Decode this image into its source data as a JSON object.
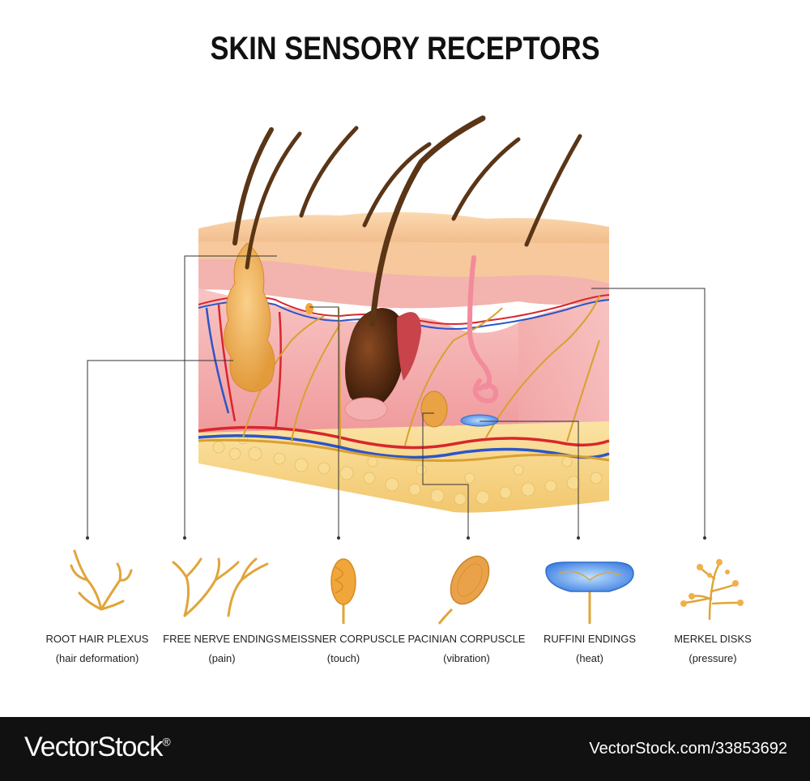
{
  "title": "SKIN SENSORY RECEPTORS",
  "receptors": [
    {
      "name": "ROOT HAIR PLEXUS",
      "desc": "(hair deformation)",
      "icon": "root-hair-plexus-icon"
    },
    {
      "name": "FREE NERVE ENDINGS",
      "desc": "(pain)",
      "icon": "free-nerve-endings-icon"
    },
    {
      "name": "MEISSNER CORPUSCLE",
      "desc": "(touch)",
      "icon": "meissner-corpuscle-icon"
    },
    {
      "name": "PACINIAN CORPUSCLE",
      "desc": "(vibration)",
      "icon": "pacinian-corpuscle-icon"
    },
    {
      "name": "RUFFINI ENDINGS",
      "desc": "(heat)",
      "icon": "ruffini-endings-icon"
    },
    {
      "name": "MERKEL DISKS",
      "desc": "(pressure)",
      "icon": "merkel-disks-icon"
    }
  ],
  "footer": {
    "brand": "VectorStock",
    "brand_mark": "®",
    "url": "VectorStock.com/33853692"
  },
  "colors": {
    "epidermis": "#f6c79a",
    "dermis": "#f4a7a9",
    "fat": "#f7d58a",
    "nerve": "#d9a030",
    "artery": "#d8262d",
    "vein": "#2b55c8",
    "hair": "#5a3516",
    "footer": "#111111"
  }
}
